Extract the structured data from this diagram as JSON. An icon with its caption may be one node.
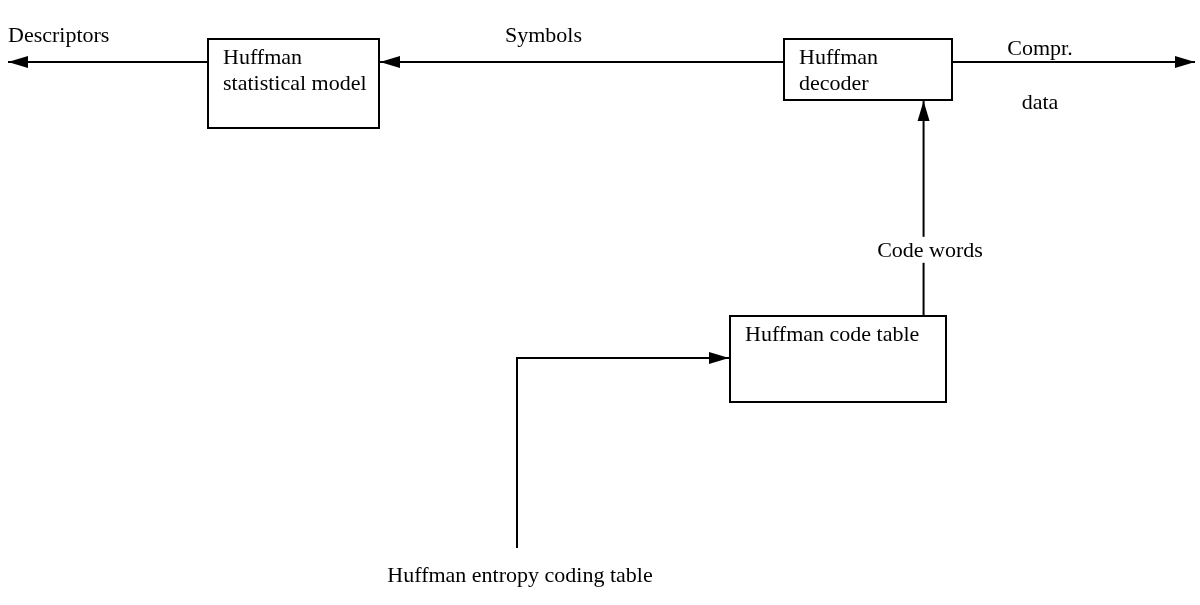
{
  "diagram": {
    "nodes": [
      {
        "text": [
          "Huffman statistical model"
        ]
      },
      {
        "text": [
          "Huffman decoder"
        ]
      },
      {
        "text": [
          "Huffman code table"
        ]
      },
      {
        "text": [
          "Huffman entropy coding table"
        ]
      }
    ],
    "edges": [
      {
        "from": 0,
        "to": null,
        "arrow": "to",
        "label": "Descriptors"
      },
      {
        "from": 1,
        "to": 0,
        "arrow": "to",
        "label": "Symbols"
      },
      {
        "from": 1,
        "to": null,
        "arrow": "to",
        "label": "Compr. data"
      },
      {
        "from": 2,
        "to": 1,
        "arrow": "to",
        "label": "Code words"
      },
      {
        "from": 3,
        "to": 2,
        "arrow": "to"
      }
    ]
  }
}
